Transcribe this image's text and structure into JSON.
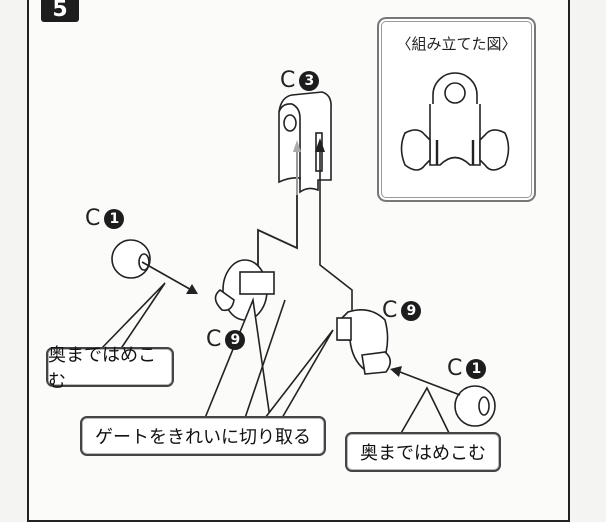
{
  "step_number": "5",
  "inset": {
    "title": "〈組み立てた図〉"
  },
  "parts": {
    "c3": {
      "letter": "C",
      "number": "3"
    },
    "c1_left": {
      "letter": "C",
      "number": "1"
    },
    "c9_left": {
      "letter": "C",
      "number": "9"
    },
    "c9_right": {
      "letter": "C",
      "number": "9"
    },
    "c1_right": {
      "letter": "C",
      "number": "1"
    }
  },
  "callouts": {
    "press_in_left": "奥まではめこむ",
    "cut_gate": "ゲートをきれいに切り取る",
    "press_in_right": "奥まではめこむ"
  }
}
